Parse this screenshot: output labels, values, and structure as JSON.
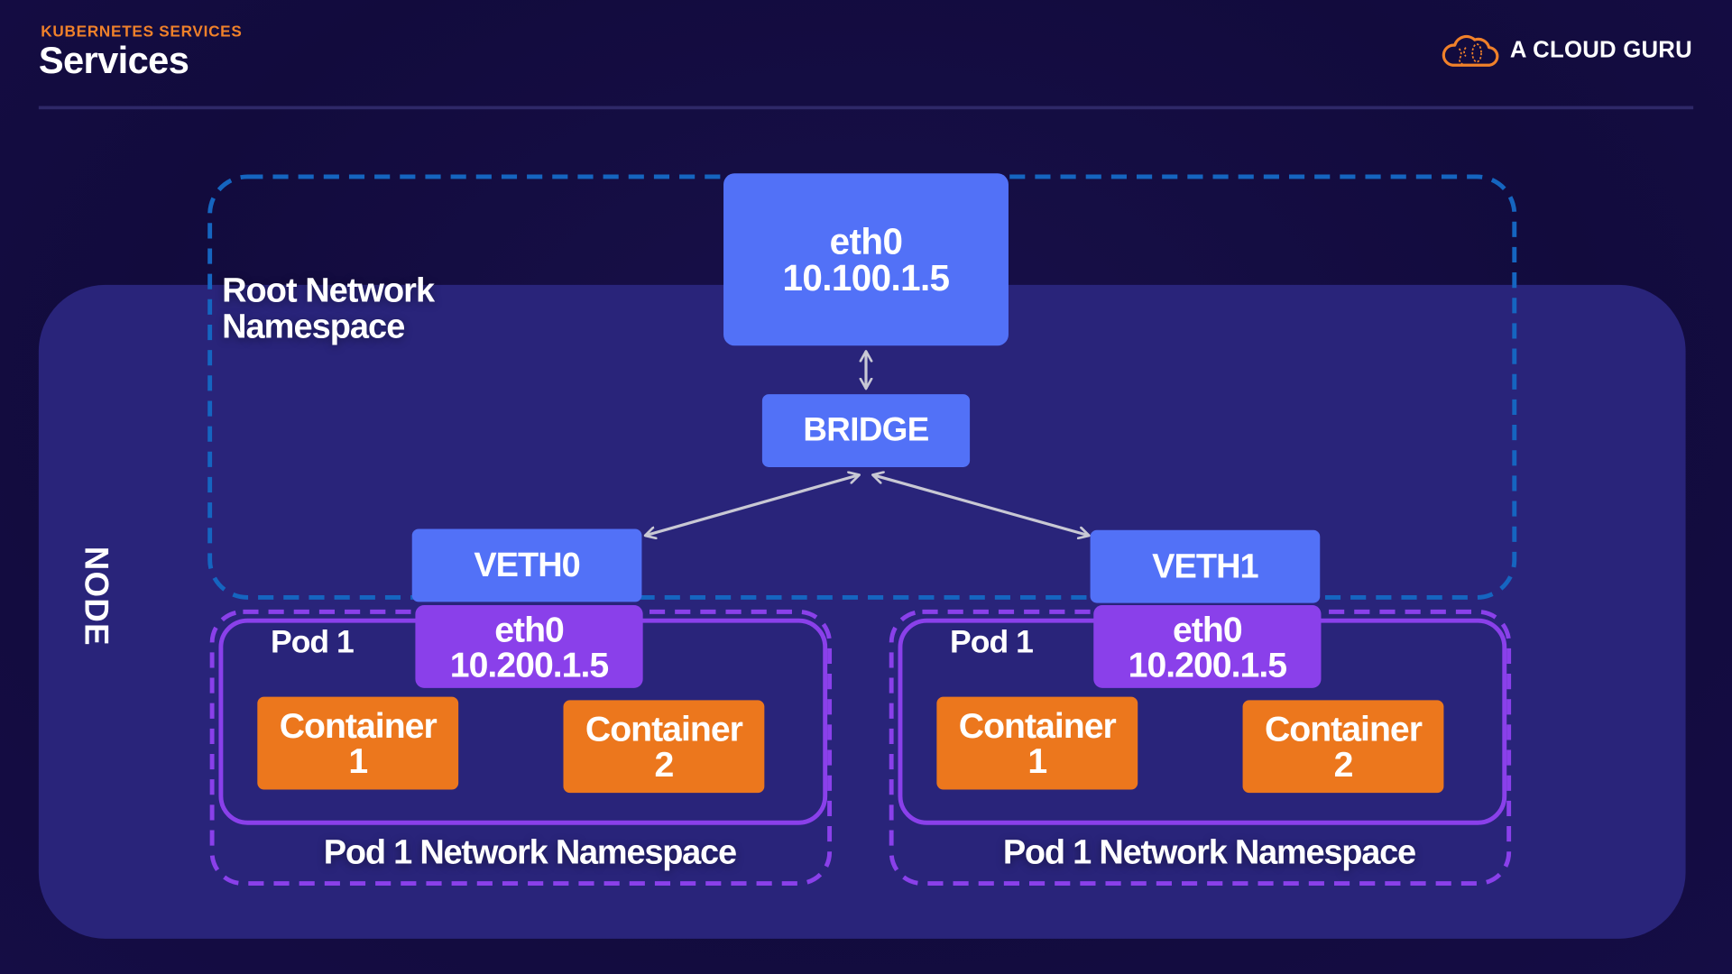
{
  "header": {
    "eyebrow": "KUBERNETES SERVICES",
    "title": "Services",
    "brand": {
      "icon": "cloud-logo-icon",
      "name": "A CLOUD GURU"
    }
  },
  "colors": {
    "background": "#120b3d",
    "node_panel": "#29247a",
    "accent_orange": "#f0812a",
    "interface_blue": "#5271f7",
    "interface_purple": "#8a40ea",
    "container_orange": "#ec771d",
    "root_ns_border": "#1565c0",
    "pod_ns_border": "#8a40ea",
    "arrow": "#c8c8d4"
  },
  "diagram": {
    "node_label": "NODE",
    "root_namespace": {
      "line1": "Root Network",
      "line2": "Namespace"
    },
    "host_interface": {
      "name": "eth0",
      "ip": "10.100.1.5"
    },
    "bridge": "BRIDGE",
    "pods": [
      {
        "veth": "VETH0",
        "pod_label": "Pod 1",
        "interface": {
          "name": "eth0",
          "ip": "10.200.1.5"
        },
        "containers": [
          {
            "line1": "Container",
            "line2": "1"
          },
          {
            "line1": "Container",
            "line2": "2"
          }
        ],
        "namespace_label": "Pod 1 Network Namespace"
      },
      {
        "veth": "VETH1",
        "pod_label": "Pod 1",
        "interface": {
          "name": "eth0",
          "ip": "10.200.1.5"
        },
        "containers": [
          {
            "line1": "Container",
            "line2": "1"
          },
          {
            "line1": "Container",
            "line2": "2"
          }
        ],
        "namespace_label": "Pod 1 Network Namespace"
      }
    ],
    "connections": [
      {
        "from": "host_interface",
        "to": "bridge",
        "type": "bidirectional"
      },
      {
        "from": "bridge",
        "to": "VETH0",
        "type": "bidirectional"
      },
      {
        "from": "bridge",
        "to": "VETH1",
        "type": "bidirectional"
      }
    ]
  }
}
